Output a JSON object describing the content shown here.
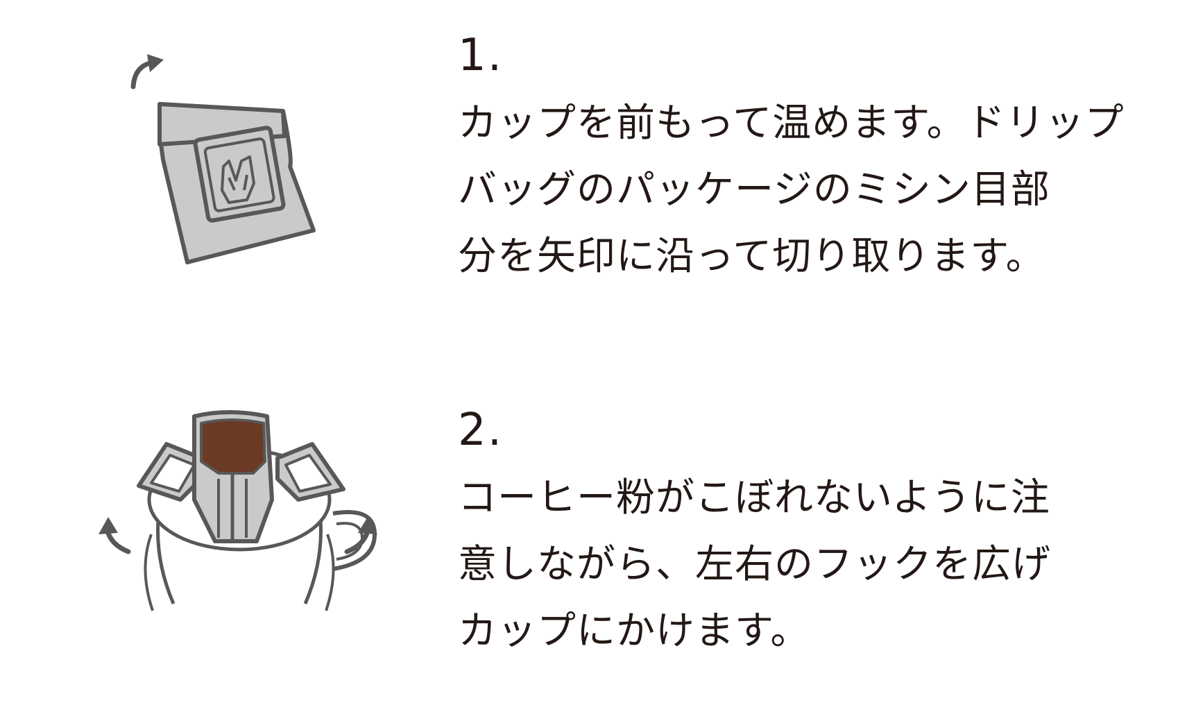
{
  "steps": [
    {
      "number": "1.",
      "lines": [
        "カップを前もって温めます。ドリップ",
        "バッグのパッケージのミシン目部",
        "分を矢印に沿って切り取ります。"
      ],
      "illustration": "drip-bag-package-tear-icon"
    },
    {
      "number": "2.",
      "lines": [
        "コーヒー粉がこぼれないように注",
        "意しながら、左右のフックを広げ",
        "カップにかけます。"
      ],
      "illustration": "drip-bag-on-cup-icon"
    }
  ],
  "colors": {
    "text": "#231815",
    "line_art": "#595757",
    "fill_gray": "#c9caca",
    "coffee": "#6b3a24"
  }
}
